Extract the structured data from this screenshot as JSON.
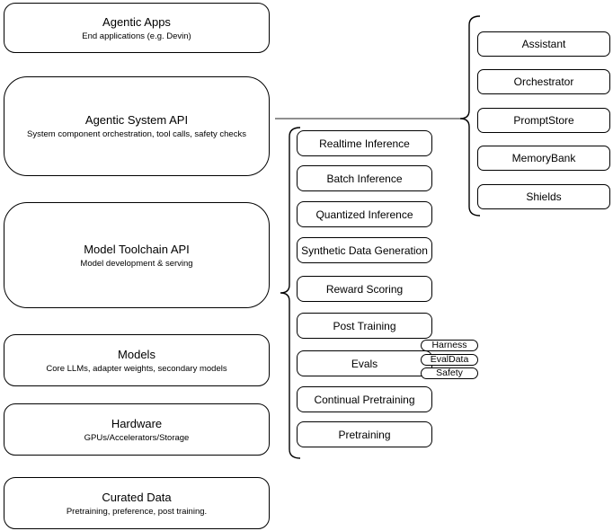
{
  "diagram": {
    "layers_stack": [
      {
        "title": "Agentic Apps",
        "subtitle": "End applications (e.g. Devin)"
      },
      {
        "title": "Agentic System API",
        "subtitle": "System component orchestration, tool calls, safety checks"
      },
      {
        "title": "Model Toolchain API",
        "subtitle": "Model development & serving"
      },
      {
        "title": "Models",
        "subtitle": "Core LLMs, adapter weights, secondary models"
      },
      {
        "title": "Hardware",
        "subtitle": "GPUs/Accelerators/Storage"
      },
      {
        "title": "Curated Data",
        "subtitle": "Pretraining, preference, post training."
      }
    ],
    "toolchain_items": [
      "Realtime Inference",
      "Batch Inference",
      "Quantized Inference",
      "Synthetic Data Generation",
      "Reward Scoring",
      "Post Training",
      "Evals",
      "Continual Pretraining",
      "Pretraining"
    ],
    "evals_tags": [
      "Harness",
      "EvalData",
      "Safety"
    ],
    "system_components": [
      "Assistant",
      "Orchestrator",
      "PromptStore",
      "MemoryBank",
      "Shields"
    ],
    "colors": {
      "node_stroke": "#000000",
      "node_fill": "#ffffff",
      "connector": "#4d4d4d",
      "background": "#ffffff"
    }
  }
}
